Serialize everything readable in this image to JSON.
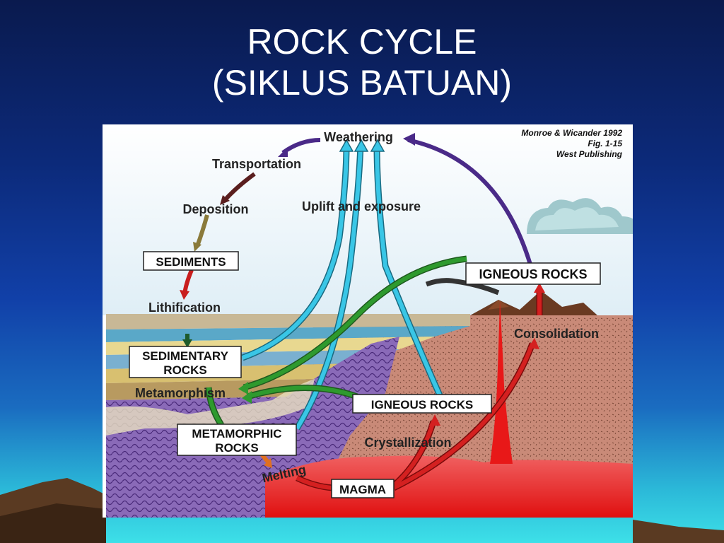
{
  "slide": {
    "title_line1": "ROCK CYCLE",
    "title_line2": "(SIKLUS BATUAN)"
  },
  "figure": {
    "credit_line1": "Monroe & Wicander 1992",
    "credit_line2": "Fig. 1-15",
    "credit_line3": "West Publishing",
    "labels": {
      "weathering": "Weathering",
      "transportation": "Transportation",
      "deposition": "Deposition",
      "uplift": "Uplift and exposure",
      "lithification": "Lithification",
      "metamorphism": "Metamorphism",
      "consolidation": "Consolidation",
      "crystallization": "Crystallization",
      "melting": "Melting"
    },
    "boxes": {
      "sediments": "SEDIMENTS",
      "igneous_top": "IGNEOUS ROCKS",
      "sedimentary_l1": "SEDIMENTARY",
      "sedimentary_l2": "ROCKS",
      "igneous_mid": "IGNEOUS ROCKS",
      "metamorphic_l1": "METAMORPHIC",
      "metamorphic_l2": "ROCKS",
      "magma": "MAGMA"
    },
    "colors": {
      "uplift_arrow": "#39c6e6",
      "metamorphism_arrow": "#2e9a2e",
      "magma_arrow": "#d42020",
      "weathering_arrow": "#4a2a88",
      "crust": "#c98a78",
      "magma": "#ee1c1c"
    }
  }
}
